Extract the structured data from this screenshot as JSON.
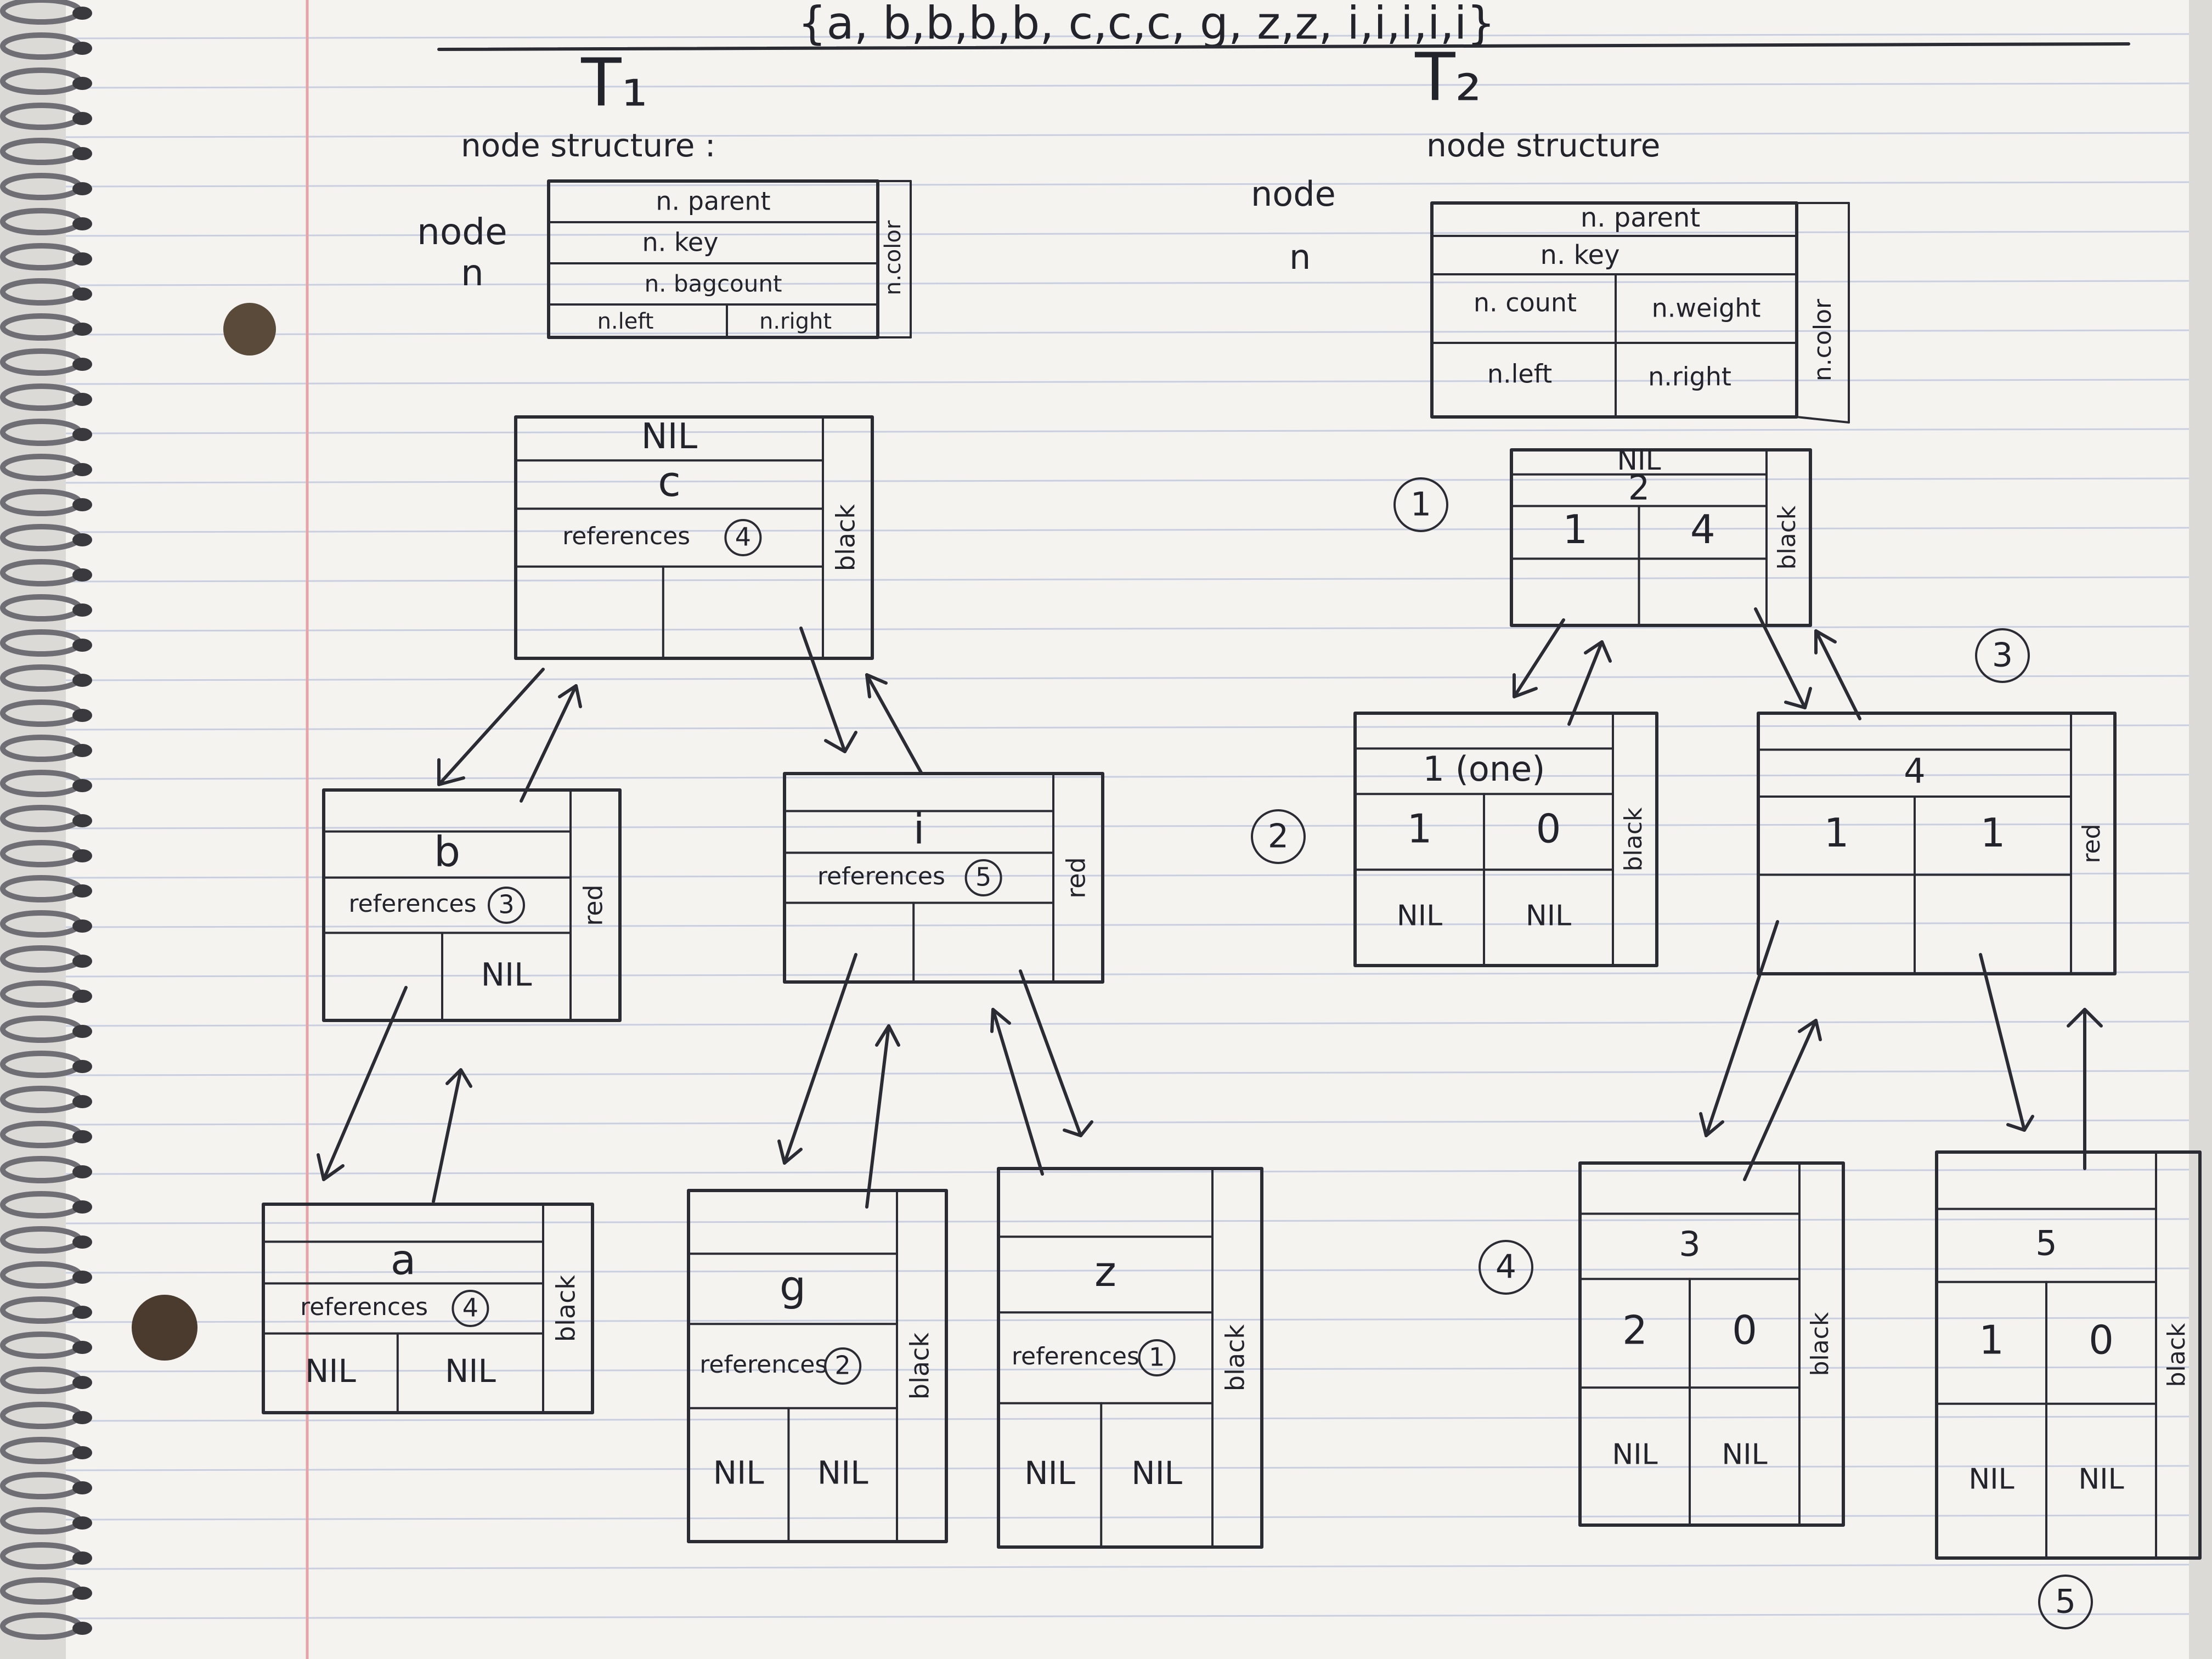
{
  "header": {
    "sequence": "{a, b,b,b,b, c,c,c, g, z,z, i,i,i,i,i}"
  },
  "t1": {
    "title": "T₁",
    "structure_label": "node structure :",
    "node_label_1": "node",
    "node_label_2": "n",
    "legend": {
      "parent": "n. parent",
      "key": "n. key",
      "bagcount": "n. bagcount",
      "left": "n.left",
      "right": "n.right",
      "color": "n.color"
    },
    "nodes": {
      "c": {
        "parent": "NIL",
        "key": "c",
        "refs_label": "references",
        "refs": "4",
        "color": "black",
        "left": "",
        "right": ""
      },
      "b": {
        "parent": "",
        "key": "b",
        "refs_label": "references",
        "refs": "3",
        "color": "red",
        "left": "",
        "right": "NIL"
      },
      "i": {
        "parent": "",
        "key": "i",
        "refs_label": "references",
        "refs": "5",
        "color": "red",
        "left": "",
        "right": ""
      },
      "a": {
        "parent": "",
        "key": "a",
        "refs_label": "references",
        "refs": "4",
        "color": "black",
        "left": "NIL",
        "right": "NIL"
      },
      "g": {
        "parent": "",
        "key": "g",
        "refs_label": "references",
        "refs": "2",
        "color": "black",
        "left": "NIL",
        "right": "NIL"
      },
      "z": {
        "parent": "",
        "key": "z",
        "refs_label": "references",
        "refs": "1",
        "color": "black",
        "left": "NIL",
        "right": "NIL"
      }
    }
  },
  "t2": {
    "title": "T₂",
    "structure_label": "node structure",
    "node_label_1": "node",
    "node_label_2": "n",
    "legend": {
      "parent": "n. parent",
      "key": "n. key",
      "count": "n. count",
      "weight": "n.weight",
      "left": "n.left",
      "right": "n.right",
      "color": "n.color"
    },
    "nodes": {
      "n2": {
        "parent": "NIL",
        "key": "2",
        "count": "1",
        "weight": "4",
        "color": "black",
        "left": "",
        "right": "",
        "mark": "1"
      },
      "n1": {
        "parent": "",
        "key": "1 (one)",
        "count": "1",
        "weight": "0",
        "color": "black",
        "left": "NIL",
        "right": "NIL",
        "mark": "2"
      },
      "n4": {
        "parent": "",
        "key": "4",
        "count": "1",
        "weight": "1",
        "color": "red",
        "left": "",
        "right": "",
        "mark": "3"
      },
      "n3": {
        "parent": "",
        "key": "3",
        "count": "2",
        "weight": "0",
        "color": "black",
        "left": "NIL",
        "right": "NIL",
        "mark": "4"
      },
      "n5": {
        "parent": "",
        "key": "5",
        "count": "1",
        "weight": "0",
        "color": "black",
        "left": "NIL",
        "right": "NIL",
        "mark": "5"
      }
    }
  }
}
